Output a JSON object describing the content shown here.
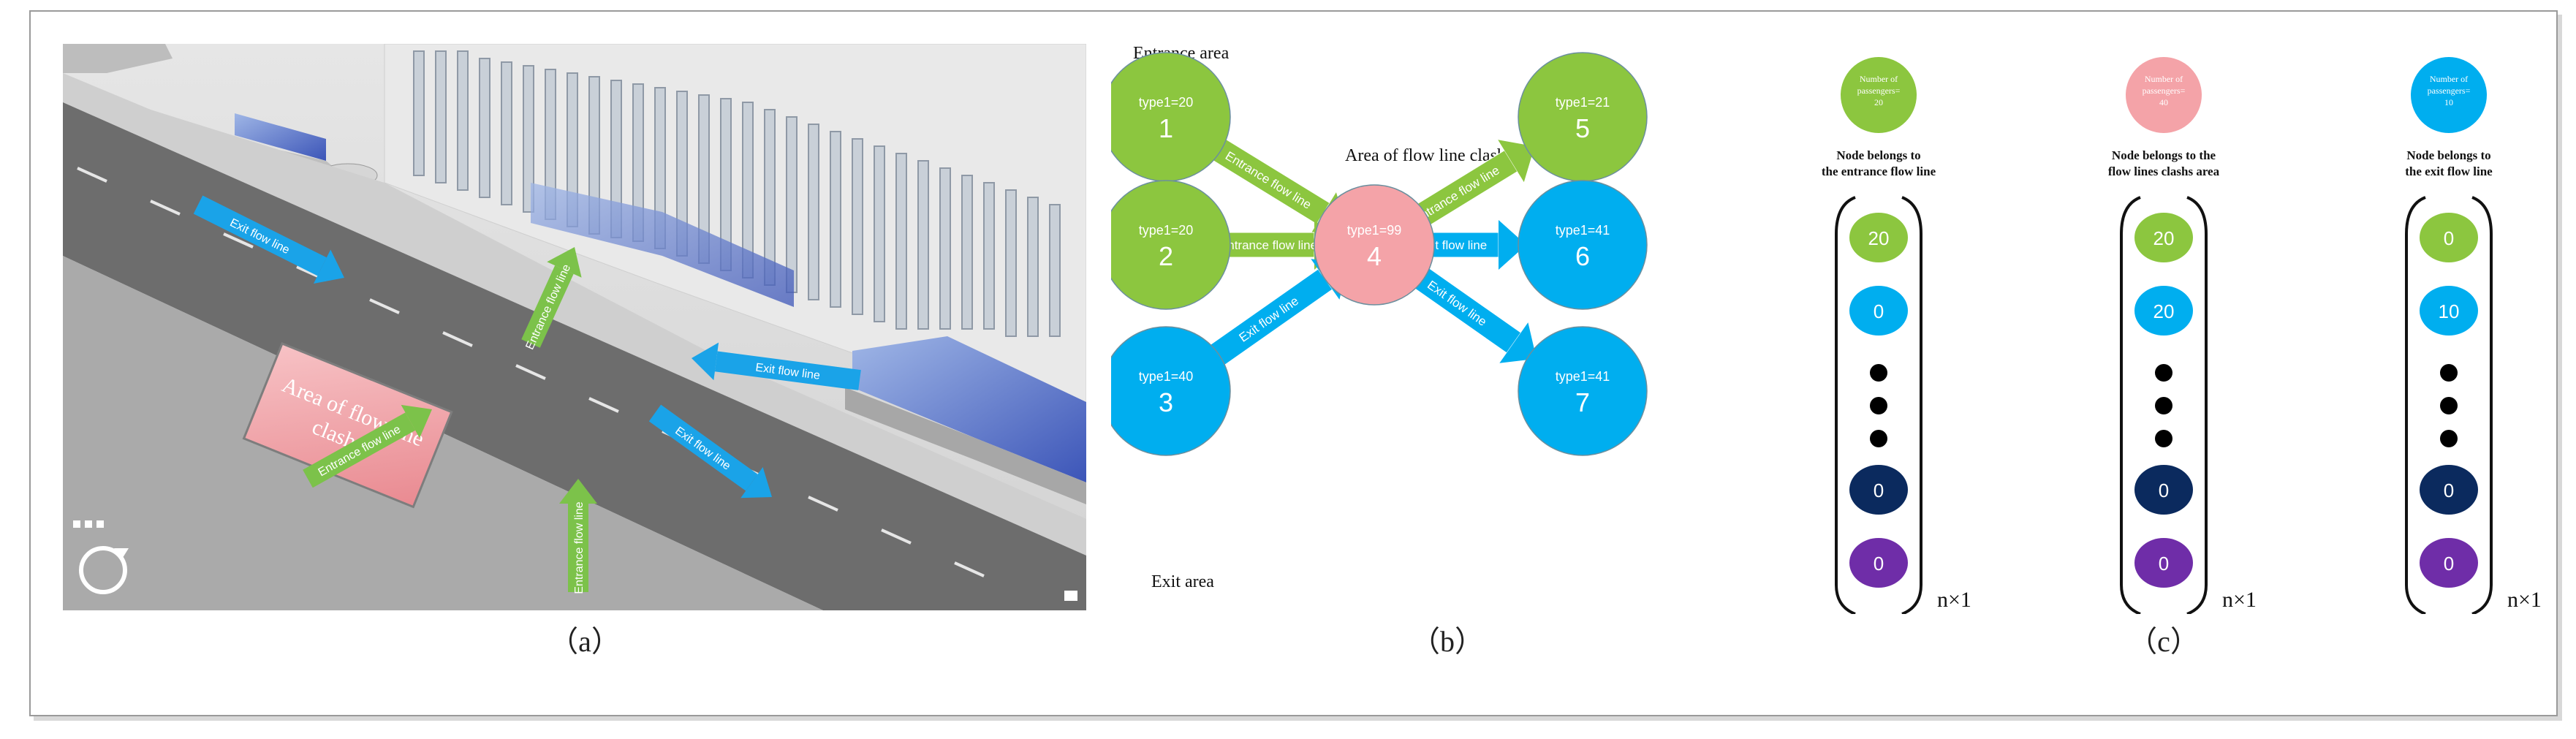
{
  "captions": {
    "a": "（a）",
    "b": "（b）",
    "c": "（c）"
  },
  "panel_a": {
    "clash_label": "Area of flow line clashes",
    "arrows": {
      "exit_upper_left": "Exit flow line",
      "entrance_upper": "Entrance flow line",
      "exit_right": "Exit flow line",
      "entrance_lower_left": "Entrance flow line",
      "exit_lower_right": "Exit flow line",
      "entrance_bottom": "Entrance flow line"
    },
    "colors": {
      "green": "#7cc24a",
      "blue": "#1aa3e8",
      "pink": "#ef9aa0"
    }
  },
  "panel_b": {
    "titles": {
      "entrance_area": "Entrance area",
      "clash_area": "Area of flow line clashes",
      "exit_area": "Exit area"
    },
    "nodes": [
      {
        "id": "1",
        "type": "type1=20",
        "color": "#8cc63f"
      },
      {
        "id": "2",
        "type": "type1=20",
        "color": "#8cc63f"
      },
      {
        "id": "3",
        "type": "type1=40",
        "color": "#00aeef"
      },
      {
        "id": "4",
        "type": "type1=99",
        "color": "#f4a3a8"
      },
      {
        "id": "5",
        "type": "type1=21",
        "color": "#8cc63f"
      },
      {
        "id": "6",
        "type": "type1=41",
        "color": "#00aeef"
      },
      {
        "id": "7",
        "type": "type1=41",
        "color": "#00aeef"
      }
    ],
    "edges": [
      {
        "from": "1",
        "to": "4",
        "label": "Entrance flow line",
        "kind": "entrance"
      },
      {
        "from": "2",
        "to": "4",
        "label": "Entrance flow line",
        "kind": "entrance"
      },
      {
        "from": "3",
        "to": "4",
        "label": "Exit flow line",
        "kind": "exit"
      },
      {
        "from": "4",
        "to": "5",
        "label": "Entrance flow line",
        "kind": "entrance"
      },
      {
        "from": "4",
        "to": "6",
        "label": "Exit flow line",
        "kind": "exit"
      },
      {
        "from": "4",
        "to": "7",
        "label": "Exit flow line",
        "kind": "exit"
      }
    ]
  },
  "panel_c": {
    "size_label": "n×1",
    "groups": [
      {
        "header_lines": [
          "Number of",
          "passengers=",
          "20"
        ],
        "header_color": "#8cc63f",
        "desc_lines": [
          "Node belongs to",
          "the entrance flow line"
        ],
        "cells": [
          {
            "value": "20",
            "color": "#8cc63f"
          },
          {
            "value": "0",
            "color": "#00aeef"
          },
          {
            "value": "0",
            "color": "#0b2a5e"
          },
          {
            "value": "0",
            "color": "#6f2da8"
          }
        ]
      },
      {
        "header_lines": [
          "Number of",
          "passengers=",
          "40"
        ],
        "header_color": "#f4a3a8",
        "desc_lines": [
          "Node belongs to the",
          "flow lines clashs area"
        ],
        "cells": [
          {
            "value": "20",
            "color": "#8cc63f"
          },
          {
            "value": "20",
            "color": "#00aeef"
          },
          {
            "value": "0",
            "color": "#0b2a5e"
          },
          {
            "value": "0",
            "color": "#6f2da8"
          }
        ]
      },
      {
        "header_lines": [
          "Number of",
          "passengers=",
          "10"
        ],
        "header_color": "#00aeef",
        "desc_lines": [
          "Node belongs to",
          "the exit flow line"
        ],
        "cells": [
          {
            "value": "0",
            "color": "#8cc63f"
          },
          {
            "value": "10",
            "color": "#00aeef"
          },
          {
            "value": "0",
            "color": "#0b2a5e"
          },
          {
            "value": "0",
            "color": "#6f2da8"
          }
        ]
      }
    ]
  }
}
